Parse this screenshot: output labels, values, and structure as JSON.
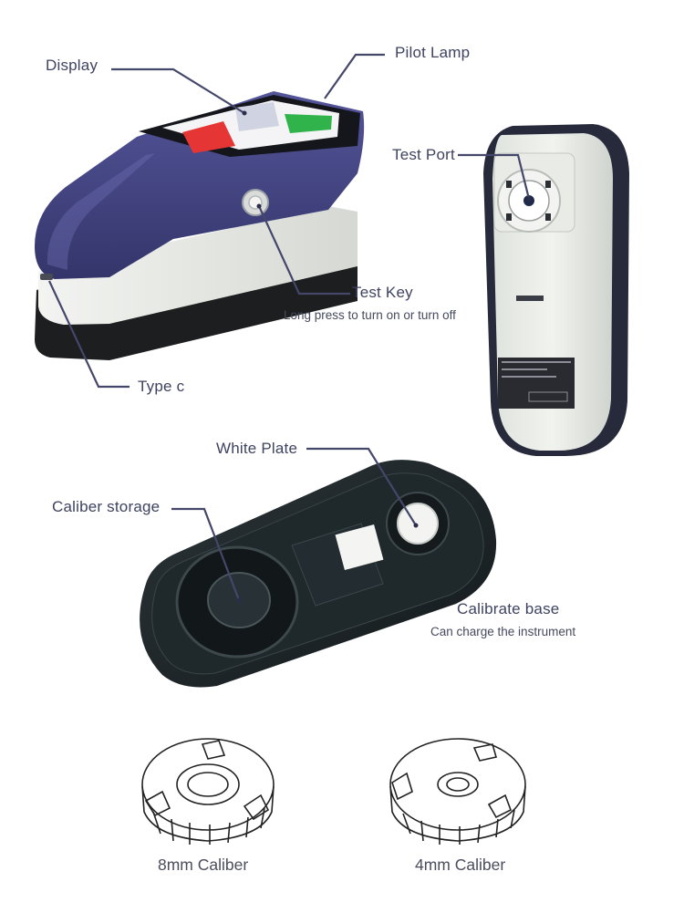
{
  "labels": {
    "display": "Display",
    "pilot_lamp": "Pilot Lamp",
    "test_port": "Test Port",
    "test_key": "Test Key",
    "test_key_note": "Long press to turn on or turn off",
    "type_c": "Type c",
    "white_plate": "White Plate",
    "caliber_storage": "Caliber storage",
    "calibrate_base": "Calibrate base",
    "calibrate_base_note": "Can charge the instrument",
    "caliber_8mm": "8mm Caliber",
    "caliber_4mm": "4mm Caliber"
  },
  "colors": {
    "device_purple": "#3f4079",
    "device_white": "#e6e8e4",
    "base_black": "#1b1d1e",
    "screen_red": "#e53535",
    "screen_green": "#2fb34a",
    "leader_line": "#44476a"
  }
}
